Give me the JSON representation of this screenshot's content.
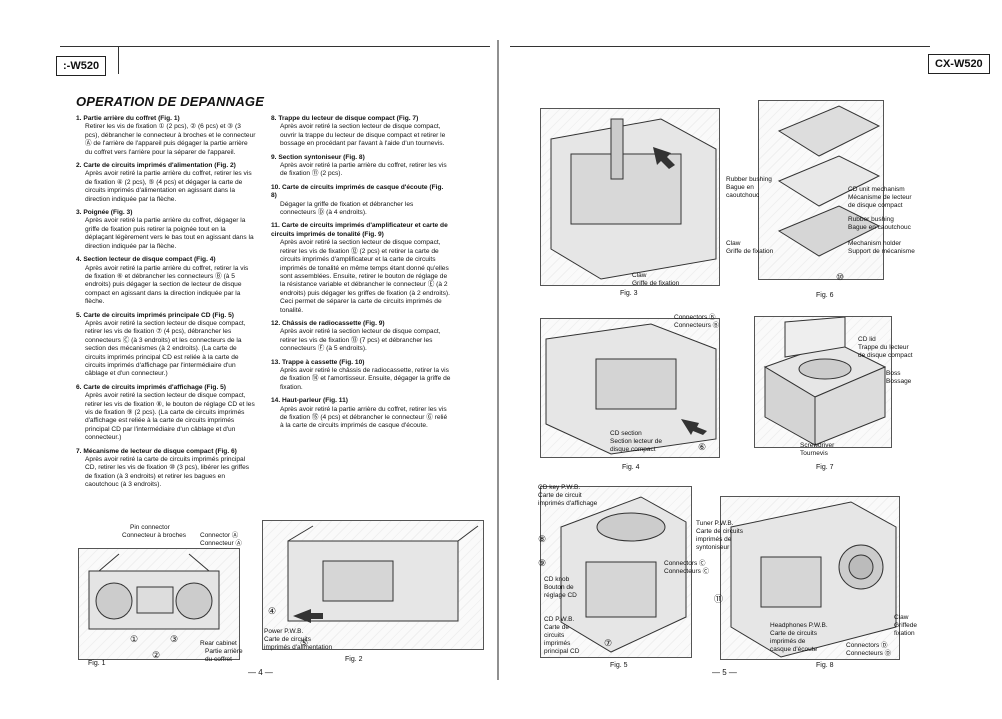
{
  "left_page": {
    "model": ":-W520",
    "title": "OPERATION DE DEPANNAGE",
    "page_number": "— 4 —",
    "col1": [
      {
        "title": "1. Partie arrière du coffret (Fig. 1)",
        "body": "Retirer les vis de fixation ① (2 pcs), ② (6 pcs) et ③ (3 pcs), débrancher le connecteur à broches et le connecteur Ⓐ de l'arrière de l'appareil puis dégager la partie arrière du coffret vers l'arrière pour la séparer de l'appareil."
      },
      {
        "title": "2. Carte de circuits imprimés d'alimentation (Fig. 2)",
        "body": "Après avoir retiré la partie arrière du coffret, retirer les vis de fixation ④ (2 pcs), ⑤ (4 pcs) et dégager la carte de circuits imprimés d'alimentation en agissant dans la direction indiquée par la flèche."
      },
      {
        "title": "3. Poignée (Fig. 3)",
        "body": "Après avoir retiré la partie arrière du coffret, dégager la griffe de fixation puis retirer la poignée tout en la déplaçant légèrement vers le bas tout en agissant dans la direction indiquée par la flèche."
      },
      {
        "title": "4. Section lecteur de disque compact (Fig. 4)",
        "body": "Après avoir retiré la partie arrière du coffret, retirer la vis de fixation ⑥ et débrancher les connecteurs Ⓑ (à 5 endroits) puis dégager la section de lecteur de disque compact en agissant dans la direction indiquée par la flèche."
      },
      {
        "title": "5. Carte de circuits imprimés principale CD (Fig. 5)",
        "body": "Après avoir retiré la section lecteur de disque compact, retirer les vis de fixation ⑦ (4 pcs), débrancher les connecteurs Ⓒ (à 3 endroits) et les connecteurs de la section des mécanismes (à 2 endroits). (La carte de circuits imprimés principal CD est reliée à la carte de circuits imprimés d'affichage par l'intermédiaire d'un câblage et d'un connecteur.)"
      },
      {
        "title": "6. Carte de circuits imprimés d'affichage (Fig. 5)",
        "body": "Après avoir retiré la section lecteur de disque compact, retirer les vis de fixation ⑧, le bouton de réglage CD et les vis de fixation ⑨ (2 pcs). (La carte de circuits imprimés d'affichage est reliée à la carte de circuits imprimés principal CD par l'intermédiaire d'un câblage et d'un connecteur.)"
      },
      {
        "title": "7. Mécanisme de lecteur de disque compact (Fig. 6)",
        "body": "Après avoir retiré la carte de circuits imprimés principal CD, retirer les vis de fixation ⑩ (3 pcs), libérer les griffes de fixation (à 3 endroits) et retirer les bagues en caoutchouc (à 3 endroits)."
      }
    ],
    "col2": [
      {
        "title": "8. Trappe du lecteur de disque compact (Fig. 7)",
        "body": "Après avoir retiré la section lecteur de disque compact, ouvrir la trappe du lecteur de disque compact et retirer le bossage en procédant par l'avant à l'aide d'un tournevis."
      },
      {
        "title": "9. Section syntoniseur (Fig. 8)",
        "body": "Après avoir retiré la partie arrière du coffret, retirer les vis de fixation ⑪ (2 pcs)."
      },
      {
        "title": "10. Carte de circuits imprimés de casque d'écoute (Fig. 8)",
        "body": "Dégager la griffe de fixation et débrancher les connecteurs Ⓓ (à 4 endroits)."
      },
      {
        "title": "11. Carte de circuits imprimés d'amplificateur et carte de circuits imprimés de tonalité (Fig. 9)",
        "body": "Après avoir retiré la section lecteur de disque compact, retirer les vis de fixation ⑫ (2 pcs) et retirer la carte de circuits imprimés d'amplificateur et la carte de circuits imprimés de tonalité en même temps étant donné qu'elles sont assemblées. Ensuite, retirer le bouton de réglage de la résistance variable et débrancher le connecteur Ⓔ (à 2 endroits) puis dégager les griffes de fixation (à 2 endroits). Ceci permet de séparer la carte de circuits imprimés de tonalité."
      },
      {
        "title": "12. Châssis de radiocassette (Fig. 9)",
        "body": "Après avoir retiré la section lecteur de disque compact, retirer les vis de fixation ⑬ (7 pcs) et débrancher les connecteurs Ⓕ (à 5 endroits)."
      },
      {
        "title": "13. Trappe à cassette (Fig. 10)",
        "body": "Après avoir retiré le châssis de radiocassette, retirer la vis de fixation ⑭ et l'amortisseur. Ensuite, dégager la griffe de fixation."
      },
      {
        "title": "14. Haut-parleur (Fig. 11)",
        "body": "Après avoir retiré la partie arrière du coffret, retirer les vis de fixation ⑮ (4 pcs) et débrancher le connecteur Ⓖ relié à la carte de circuits imprimés de casque d'écoute."
      }
    ],
    "fig1": {
      "caption": "Fig. 1",
      "labels": [
        "Pin connector",
        "Connecteur à broches",
        "Connector Ⓐ",
        "Connecteur Ⓐ",
        "Rear cabinet",
        "Partie arrière",
        "du coffret"
      ],
      "nums": [
        "①",
        "②",
        "③"
      ]
    },
    "fig2": {
      "caption": "Fig. 2",
      "labels": [
        "Power P.W.B.",
        "Carte de circuits",
        "imprimés d'alimentation"
      ],
      "nums": [
        "④",
        "⑤"
      ]
    }
  },
  "right_page": {
    "model": "CX-W520",
    "page_number": "— 5 —",
    "fig3": {
      "caption": "Fig. 3",
      "labels": [
        "Claw",
        "Griffe de fixation"
      ]
    },
    "fig6": {
      "caption": "Fig. 6",
      "labels": [
        "Rubber bushing",
        "Bague en",
        "caoutchouc",
        "CD unit mechanism",
        "Mécanisme de lecteur",
        "de disque compact",
        "Rubber bushing",
        "Bague en caoutchouc",
        "Claw",
        "Griffe de fixation",
        "Mechanism holder",
        "Support de mécanisme"
      ],
      "nums": [
        "⑩"
      ]
    },
    "fig4": {
      "caption": "Fig. 4",
      "labels": [
        "Connectors Ⓑ",
        "Connecteurs Ⓑ",
        "CD section",
        "Section lecteur de",
        "disque compact"
      ],
      "nums": [
        "⑥"
      ]
    },
    "fig7": {
      "caption": "Fig. 7",
      "labels": [
        "CD lid",
        "Trappe du lecteur",
        "de disque compact",
        "Boss",
        "Bossage",
        "Screwdriver",
        "Tournevis"
      ]
    },
    "fig5": {
      "caption": "Fig. 5",
      "labels": [
        "CD key P.W.B.",
        "Carte de circuit",
        "imprimés d'affichage",
        "CD knob",
        "Bouton de",
        "réglage CD",
        "CD P.W.B.",
        "Carte de",
        "circuits",
        "imprimés",
        "principal CD",
        "Connectors Ⓒ",
        "Connecteurs Ⓒ"
      ],
      "nums": [
        "⑧",
        "⑨",
        "⑦"
      ]
    },
    "fig8": {
      "caption": "Fig. 8",
      "labels": [
        "Tuner P.W.B.",
        "Carte de circuits",
        "imprimés de",
        "syntoniseur",
        "Headphones P.W.B.",
        "Carte de circuits",
        "imprimés de",
        "casque d'écoute",
        "Connectors Ⓓ",
        "Connecteurs Ⓓ",
        "Claw",
        "Griffede",
        "fixation"
      ],
      "nums": [
        "⑪"
      ]
    }
  }
}
